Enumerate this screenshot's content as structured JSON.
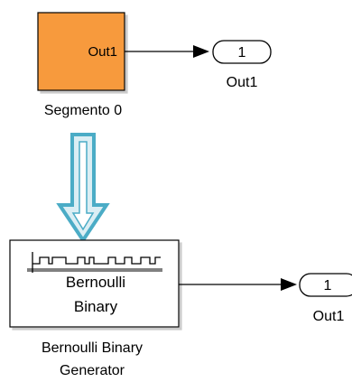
{
  "subsystem_block": {
    "port_label": "Out1",
    "name": "Segmento 0",
    "fill_color": "#f79a3e"
  },
  "outport_top": {
    "number": "1",
    "name": "Out1"
  },
  "arrow": {
    "color": "#4bacc6"
  },
  "bernoulli_block": {
    "line1": "Bernoulli",
    "line2": "Binary",
    "name_line1": "Bernoulli Binary",
    "name_line2": "Generator"
  },
  "outport_bottom": {
    "number": "1",
    "name": "Out1"
  }
}
